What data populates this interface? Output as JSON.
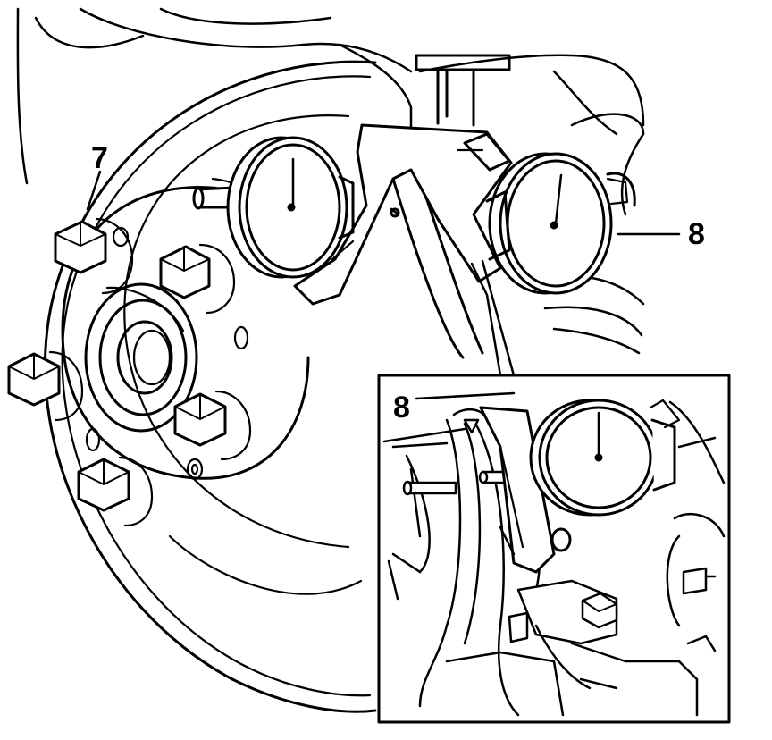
{
  "figure": {
    "callouts": [
      {
        "id": "7",
        "label": "7"
      },
      {
        "id": "8",
        "label": "8"
      },
      {
        "id": "8-inset",
        "label": "8"
      }
    ],
    "colors": {
      "line": "#000000",
      "paper": "#ffffff"
    }
  }
}
